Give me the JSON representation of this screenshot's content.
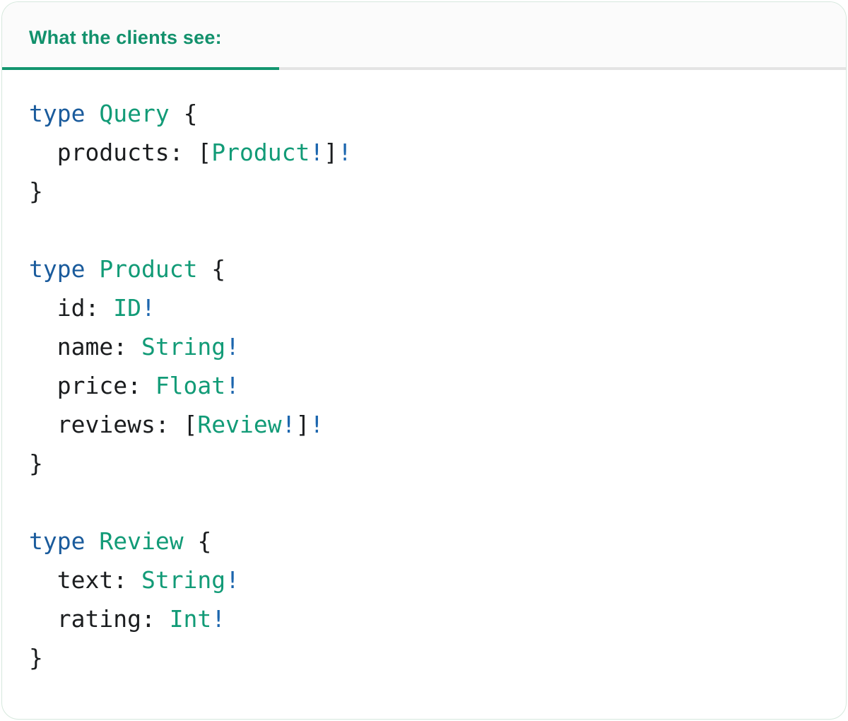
{
  "theme": {
    "accent_green": "#12916C",
    "underline_green": "#13956F",
    "keyword_blue": "#1A5B9C",
    "bang_blue": "#1C66AE",
    "type_green": "#129B77",
    "code_text": "#1B1D1F",
    "divider_gray": "#E4E4E4",
    "tabbar_bg": "#FBFBFB",
    "card_border": "#D6E8DD",
    "card_bg": "#FFFFFF"
  },
  "tabs": [
    {
      "label": "What the clients see:",
      "active": true
    }
  ],
  "code": {
    "language": "graphql-sdl",
    "plain_text": "type Query {\n  products: [Product!]!\n}\n\ntype Product {\n  id: ID!\n  name: String!\n  price: Float!\n  reviews: [Review!]!\n}\n\ntype Review {\n  text: String!\n  rating: Int!\n}",
    "lines": [
      [
        {
          "t": "type",
          "c": "kw"
        },
        {
          "t": " ",
          "c": "pl"
        },
        {
          "t": "Query",
          "c": "ty"
        },
        {
          "t": " {",
          "c": "pl"
        }
      ],
      [
        {
          "t": "  products: [",
          "c": "pl"
        },
        {
          "t": "Product",
          "c": "ty"
        },
        {
          "t": "!",
          "c": "bang"
        },
        {
          "t": "]",
          "c": "pl"
        },
        {
          "t": "!",
          "c": "bang"
        }
      ],
      [
        {
          "t": "}",
          "c": "pl"
        }
      ],
      [],
      [
        {
          "t": "type",
          "c": "kw"
        },
        {
          "t": " ",
          "c": "pl"
        },
        {
          "t": "Product",
          "c": "ty"
        },
        {
          "t": " {",
          "c": "pl"
        }
      ],
      [
        {
          "t": "  id: ",
          "c": "pl"
        },
        {
          "t": "ID",
          "c": "ty"
        },
        {
          "t": "!",
          "c": "bang"
        }
      ],
      [
        {
          "t": "  name: ",
          "c": "pl"
        },
        {
          "t": "String",
          "c": "ty"
        },
        {
          "t": "!",
          "c": "bang"
        }
      ],
      [
        {
          "t": "  price: ",
          "c": "pl"
        },
        {
          "t": "Float",
          "c": "ty"
        },
        {
          "t": "!",
          "c": "bang"
        }
      ],
      [
        {
          "t": "  reviews: [",
          "c": "pl"
        },
        {
          "t": "Review",
          "c": "ty"
        },
        {
          "t": "!",
          "c": "bang"
        },
        {
          "t": "]",
          "c": "pl"
        },
        {
          "t": "!",
          "c": "bang"
        }
      ],
      [
        {
          "t": "}",
          "c": "pl"
        }
      ],
      [],
      [
        {
          "t": "type",
          "c": "kw"
        },
        {
          "t": " ",
          "c": "pl"
        },
        {
          "t": "Review",
          "c": "ty"
        },
        {
          "t": " {",
          "c": "pl"
        }
      ],
      [
        {
          "t": "  text: ",
          "c": "pl"
        },
        {
          "t": "String",
          "c": "ty"
        },
        {
          "t": "!",
          "c": "bang"
        }
      ],
      [
        {
          "t": "  rating: ",
          "c": "pl"
        },
        {
          "t": "Int",
          "c": "ty"
        },
        {
          "t": "!",
          "c": "bang"
        }
      ],
      [
        {
          "t": "}",
          "c": "pl"
        }
      ]
    ]
  }
}
